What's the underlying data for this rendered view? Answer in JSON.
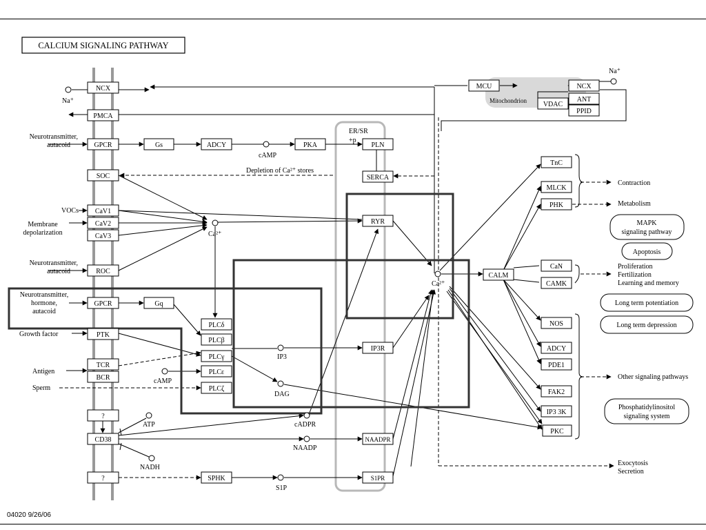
{
  "title": "CALCIUM SIGNALING PATHWAY",
  "footer": "04020 9/26/06",
  "colors": {
    "line": "#000000",
    "membrane": "#999999",
    "er": "#b8b8b8",
    "mito": "#d9d9d9",
    "highlight": "#333333"
  },
  "nodes": {
    "ncx_left": "NCX",
    "pmca": "PMCA",
    "gpcr1": "GPCR",
    "gs": "Gs",
    "adcy1": "ADCY",
    "pka": "PKA",
    "pln": "PLN",
    "serca": "SERCA",
    "soc": "SOC",
    "cav1": "CaV1",
    "cav2": "CaV2",
    "cav3": "CaV3",
    "ryr": "RYR",
    "roc": "ROC",
    "gpcr2": "GPCR",
    "gq": "Gq",
    "plcd": "PLCδ",
    "plcb": "PLCβ",
    "plcg": "PLCγ",
    "plce": "PLCε",
    "plcz": "PLCζ",
    "ptk": "PTK",
    "tcr": "TCR",
    "bcr": "BCR",
    "ip3r": "IP3R",
    "q1": "?",
    "cd38": "CD38",
    "naadpr": "NAADPR",
    "q2": "?",
    "sphk": "SPHK",
    "s1pr": "S1PR",
    "mcu": "MCU",
    "ncx_mito": "NCX",
    "ant": "ANT",
    "vdac": "VDAC",
    "ppid": "PPID",
    "tnc": "TnC",
    "mlck": "MLCK",
    "phk": "PHK",
    "calm": "CALM",
    "can": "CaN",
    "camk": "CAMK",
    "nos": "NOS",
    "adcy2": "ADCY",
    "pde1": "PDE1",
    "fak2": "FAK2",
    "ip3k": "IP3 3K",
    "pkc": "PKC"
  },
  "labels": {
    "na_left": "Na⁺",
    "na_right": "Na⁺",
    "neuro1_a": "Neurotransmitter,",
    "neuro1_b": "autacoid",
    "vocs": "VOCs",
    "membrane_a": "Membrane",
    "membrane_b": "depolarization",
    "neuro2_a": "Neurotransmitter,",
    "neuro2_b": "autacoid",
    "neuro3_a": "Neurotransmitter,",
    "neuro3_b": "hormone,",
    "neuro3_c": "autacoid",
    "growth": "Growth factor",
    "antigen": "Antigen",
    "sperm": "Sperm",
    "camp1": "cAMP",
    "camp2": "cAMP",
    "er_a": "ER/SR",
    "er_b": "+p",
    "depletion": "Depletion of Ca²⁺ stores",
    "ca_mid": "Ca²⁺",
    "ca_right": "Ca²⁺",
    "ip3": "IP3",
    "dag": "DAG",
    "atp": "ATP",
    "nadh": "NADH",
    "cadpr": "cADPR",
    "naadp": "NAADP",
    "s1p": "S1P",
    "mitochondrion": "Mitochondrion",
    "contraction": "Contraction",
    "metabolism": "Metabolism",
    "prolif": "Proliferation",
    "fert": "Fertilization",
    "learn": "Learning and memory",
    "other": "Other signaling pathways",
    "exo": "Exocytosis",
    "secretion": "Secretion"
  },
  "pills": {
    "mapk_a": "MAPK",
    "mapk_b": "signaling pathway",
    "apoptosis": "Apoptosis",
    "ltp": "Long term potentiation",
    "ltd": "Long term depression",
    "phos_a": "Phosphatidylinositol",
    "phos_b": "signaling system"
  }
}
